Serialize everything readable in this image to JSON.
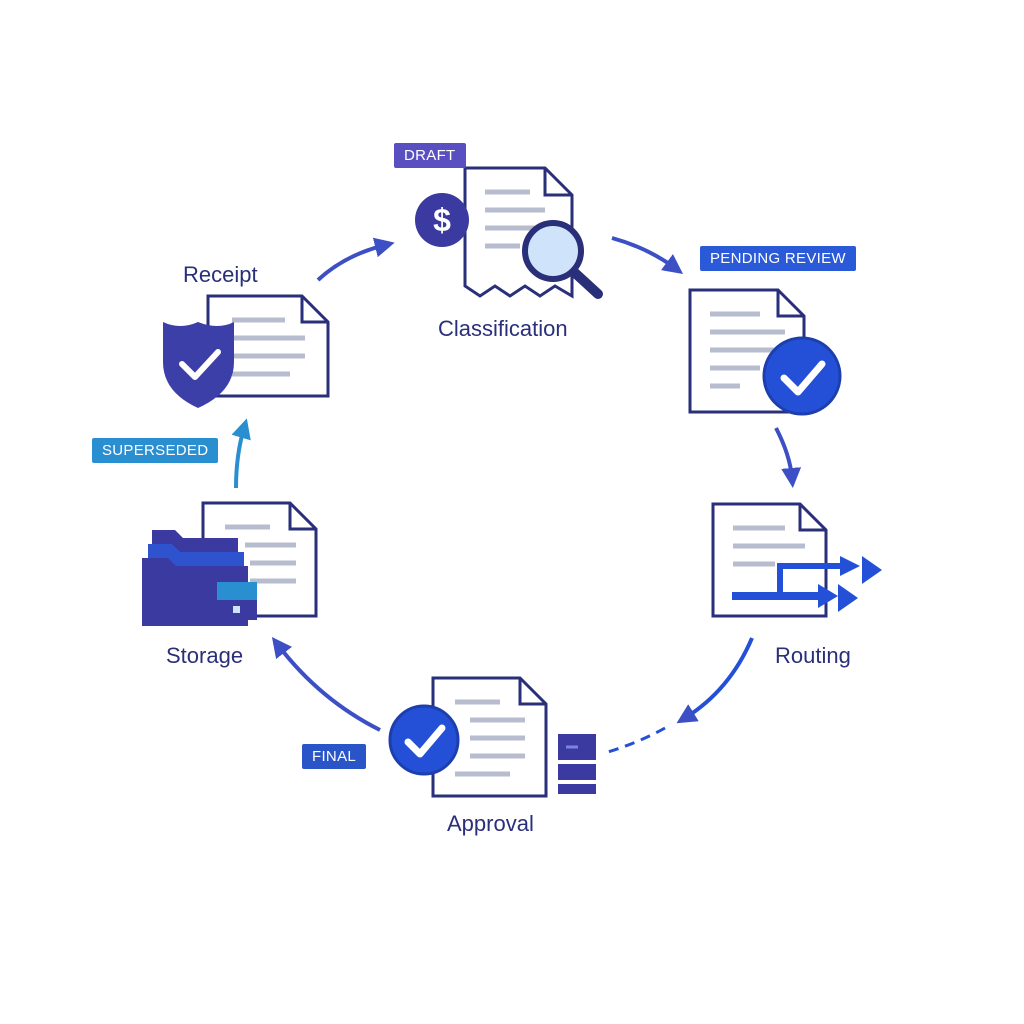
{
  "stages": {
    "receipt": "Receipt",
    "classification": "Classification",
    "routing": "Routing",
    "approval": "Approval",
    "storage": "Storage"
  },
  "badges": {
    "draft": "DRAFT",
    "pending_review": "PENDING REVIEW",
    "final": "FINAL",
    "superseded": "SUPERSEDED"
  },
  "icons": {
    "dollar_symbol": "$"
  },
  "colors": {
    "ink": "#2a2f7a",
    "accent": "#3d4fc4",
    "bright": "#2450d8",
    "draft_badge": "#5a4fc0",
    "pending_badge": "#2a5ad8",
    "final_badge": "#2a55c8",
    "superseded_badge": "#2a8fd0"
  }
}
